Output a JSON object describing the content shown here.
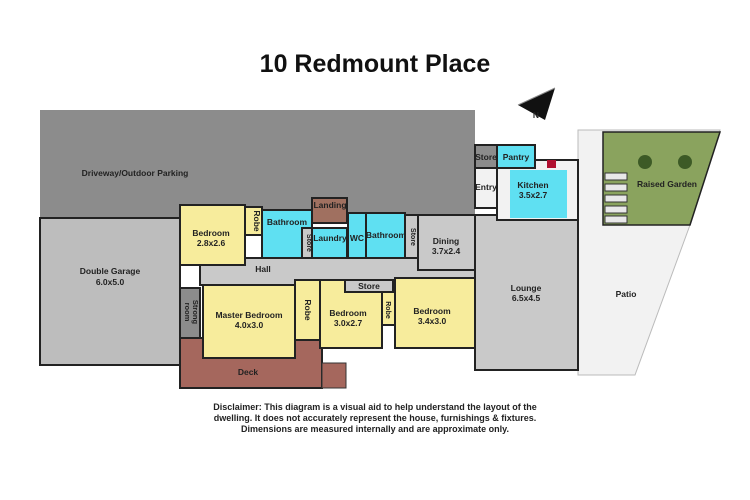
{
  "title": "10 Redmount Place",
  "colors": {
    "bedroom": "#f7ec9c",
    "wet": "#5fe0f2",
    "circulation": "#c9c9c9",
    "driveway": "#8c8c8c",
    "garage": "#bdbdbd",
    "deck": "#a5675d",
    "garden": "#8aa35e",
    "patio": "#f2f2f2"
  },
  "compass": {
    "icon": "north-arrow-icon",
    "label": "N"
  },
  "rooms": {
    "driveway": "Driveway/Outdoor Parking",
    "garage": {
      "name": "Double Garage",
      "size": "6.0x5.0"
    },
    "bedroom2": {
      "name": "Bedroom",
      "size": "2.8x2.6"
    },
    "robe1": "Robe",
    "bathroom1": "Bathroom",
    "store1": "Store",
    "landing": "Landing",
    "laundry": "Laundry",
    "wc": "WC",
    "bathroom2": "Bathroom",
    "store2": "Store",
    "dining": {
      "name": "Dining",
      "size": "3.7x2.4"
    },
    "hall": "Hall",
    "strongroom": [
      "Strong",
      "room"
    ],
    "master": {
      "name": "Master Bedroom",
      "size": "4.0x3.0"
    },
    "robe2": "Robe",
    "bedroom3": {
      "name": "Bedroom",
      "size": "3.0x2.7"
    },
    "store3": "Store",
    "robe3": "Robe",
    "bedroom4": {
      "name": "Bedroom",
      "size": "3.4x3.0"
    },
    "deck": "Deck",
    "lounge": {
      "name": "Lounge",
      "size": "6.5x4.5"
    },
    "store4": "Store",
    "pantry": "Pantry",
    "entry": "Entry",
    "kitchen": {
      "name": "Kitchen",
      "size": "3.5x2.7"
    },
    "garden": "Raised Garden",
    "patio": "Patio"
  },
  "disclaimer": [
    "Disclaimer: This diagram is a visual aid to help understand the layout of the",
    "dwelling. It does not accurately represent the house, furnishings & fixtures.",
    "Dimensions are measured internally and are approximate only."
  ]
}
